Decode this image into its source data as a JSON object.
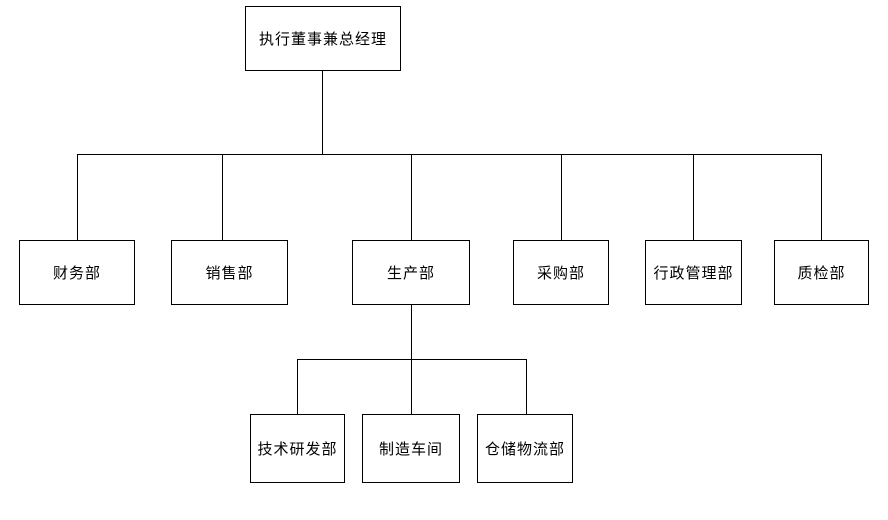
{
  "org": {
    "root": {
      "label": "执行董事兼总经理",
      "children": [
        {
          "label": "财务部"
        },
        {
          "label": "销售部"
        },
        {
          "label": "生产部",
          "children": [
            {
              "label": "技术研发部"
            },
            {
              "label": "制造车间"
            },
            {
              "label": "仓储物流部"
            }
          ]
        },
        {
          "label": "采购部"
        },
        {
          "label": "行政管理部"
        },
        {
          "label": "质检部"
        }
      ]
    },
    "colors": {
      "background": "#ffffff",
      "node_fill": "#ffffff",
      "node_border": "#000000",
      "connector": "#000000",
      "text": "#000000"
    }
  }
}
